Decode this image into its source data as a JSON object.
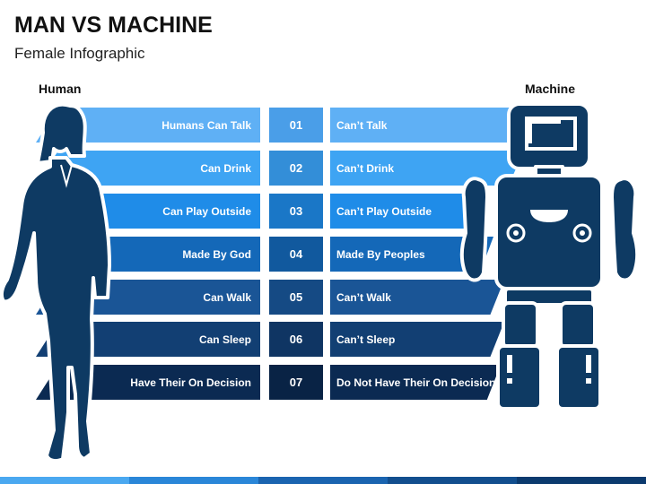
{
  "header": {
    "title": "MAN VS MACHINE",
    "subtitle": "Female Infographic"
  },
  "labels": {
    "human": "Human",
    "machine": "Machine"
  },
  "rows": [
    {
      "number": "01",
      "human": "Humans Can Talk",
      "machine": "Can’t Talk",
      "color": "#5fb0f5",
      "num_color": "#4a9ee8"
    },
    {
      "number": "02",
      "human": "Can Drink",
      "machine": "Can’t Drink",
      "color": "#3ea4f3",
      "num_color": "#338ed8"
    },
    {
      "number": "03",
      "human": "Can Play Outside",
      "machine": "Can’t Play Outside",
      "color": "#1f8ce8",
      "num_color": "#1a77c7"
    },
    {
      "number": "04",
      "human": "Made By God",
      "machine": "Made By Peoples",
      "color": "#1468b8",
      "num_color": "#11599e"
    },
    {
      "number": "05",
      "human": "Can Walk",
      "machine": "Can’t Walk",
      "color": "#1a5596",
      "num_color": "#154a84"
    },
    {
      "number": "06",
      "human": "Can Sleep",
      "machine": "Can’t Sleep",
      "color": "#123f73",
      "num_color": "#0f3563"
    },
    {
      "number": "07",
      "human": "Have Their On Decision",
      "machine": "Do Not Have Their On Decision",
      "color": "#0b2a52",
      "num_color": "#092345"
    }
  ],
  "colors": {
    "figure": "#0e3a63",
    "strip": [
      "#4aa8f0",
      "#2a86d8",
      "#1a64b0",
      "#124e8e",
      "#0b3a6e"
    ]
  },
  "icons": {
    "human": "woman-silhouette-icon",
    "machine": "robot-icon"
  }
}
